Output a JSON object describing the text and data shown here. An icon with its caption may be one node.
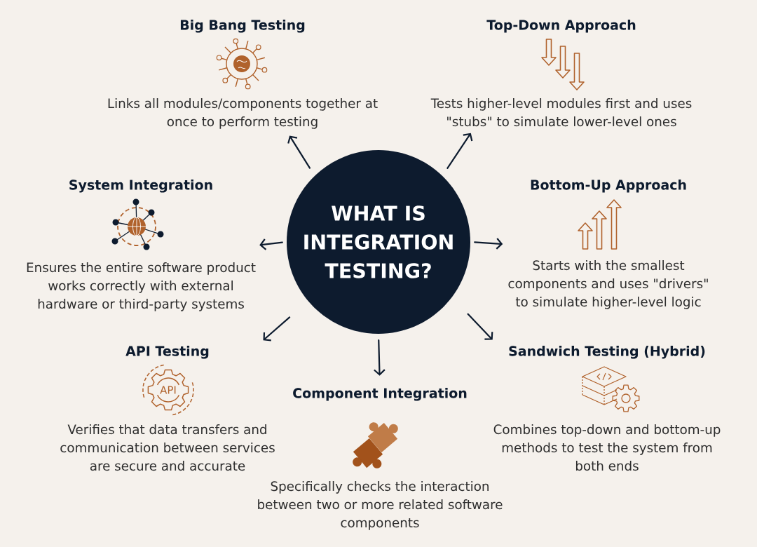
{
  "diagram": {
    "nodes": [
      {
        "text": [
          "WHAT IS INTEGRATION TESTING?"
        ]
      },
      {
        "text": [
          "Big Bang Testing",
          "Links all modules/components together at once to perform testing"
        ]
      },
      {
        "text": [
          "Top-Down Approach",
          "Tests higher-level modules first and uses \"stubs\" to simulate lower-level ones"
        ]
      },
      {
        "text": [
          "System Integration",
          "Ensures the entire software product works correctly with external hardware or third-party systems"
        ]
      },
      {
        "text": [
          "Bottom-Up Approach",
          "Starts with the smallest components and uses \"drivers\" to simulate higher-level logic"
        ]
      },
      {
        "text": [
          "API Testing",
          "Verifies that data transfers and communication between services are secure and accurate"
        ]
      },
      {
        "text": [
          "Component Integration",
          "Specifically checks the interaction between two or more related software components"
        ]
      },
      {
        "text": [
          "Sandwich Testing (Hybrid)",
          "Combines top-down and bottom-up methods to test the system from both ends"
        ]
      }
    ],
    "edges": [
      {
        "from": 0,
        "to": 1,
        "arrow": "to"
      },
      {
        "from": 0,
        "to": 2,
        "arrow": "to"
      },
      {
        "from": 0,
        "to": 3,
        "arrow": "to"
      },
      {
        "from": 0,
        "to": 4,
        "arrow": "to"
      },
      {
        "from": 0,
        "to": 5,
        "arrow": "to"
      },
      {
        "from": 0,
        "to": 6,
        "arrow": "to"
      },
      {
        "from": 0,
        "to": 7,
        "arrow": "to"
      }
    ],
    "labels": [
      "API"
    ]
  }
}
